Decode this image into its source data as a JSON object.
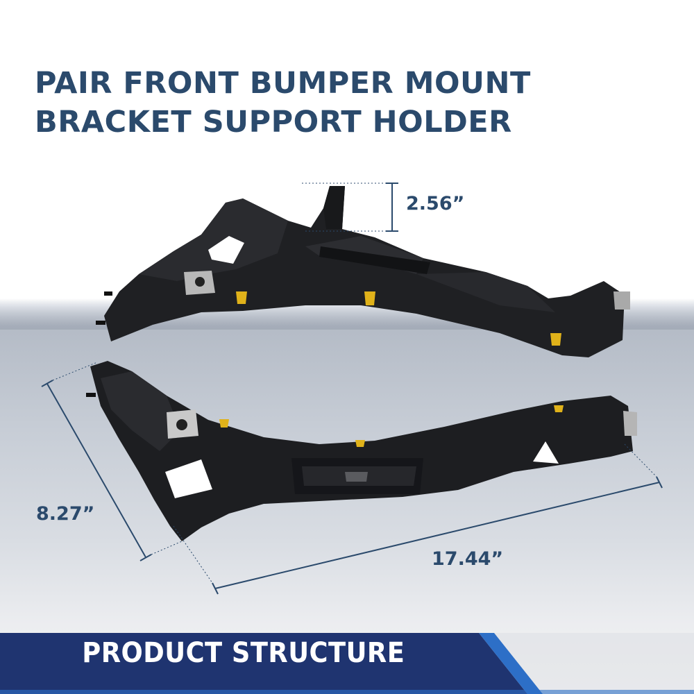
{
  "title": {
    "line1": "PAIR FRONT BUMPER MOUNT",
    "line2": "BRACKET SUPPORT HOLDER"
  },
  "dimensions": {
    "height": "2.56”",
    "width": "8.27”",
    "length": "17.44”"
  },
  "banner": {
    "label": "PRODUCT STRUCTURE"
  },
  "colors": {
    "title_text": "#2b4a6c",
    "bracket": "#1e1f22",
    "clip_yellow": "#e0b21a",
    "banner_blue": "#1f3470",
    "banner_accent": "#2d6fc7"
  }
}
